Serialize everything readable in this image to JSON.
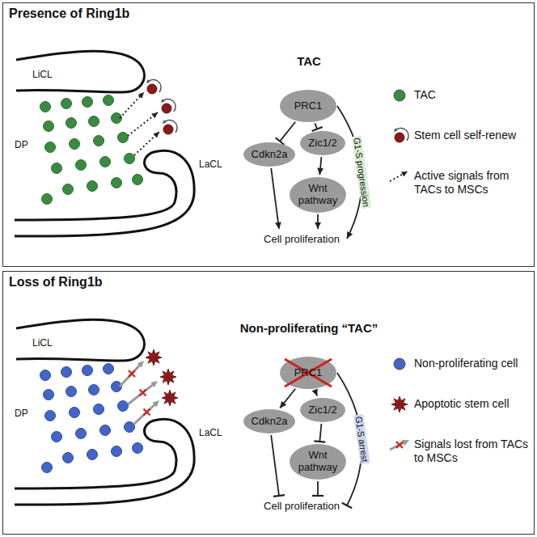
{
  "diagram": {
    "nodes": [
      {
        "text": [
          "Presence of Ring1b"
        ]
      },
      {
        "text": [
          "TAC"
        ],
        "in": 0
      },
      {
        "text": [
          "PRC1"
        ],
        "in": 1
      },
      {
        "text": [
          "Cdkn2a"
        ],
        "in": 1
      },
      {
        "text": [
          "Zic1/2"
        ],
        "in": 1
      },
      {
        "text": [
          "Wnt pathway"
        ],
        "in": 1
      },
      {
        "text": [
          "Cell proliferation"
        ],
        "in": 1
      },
      {
        "text": [
          "Loss of Ring1b"
        ]
      },
      {
        "text": [
          "Non-proliferating “TAC”"
        ],
        "in": 7
      },
      {
        "text": [
          "PRC1"
        ],
        "in": 8
      },
      {
        "text": [
          "Cdkn2a"
        ],
        "in": 8
      },
      {
        "text": [
          "Zic1/2"
        ],
        "in": 8
      },
      {
        "text": [
          "Wnt pathway"
        ],
        "in": 8
      },
      {
        "text": [
          "Cell proliferation"
        ],
        "in": 8
      }
    ],
    "edges": [
      {
        "from": 2,
        "to": 3,
        "arrow": "to"
      },
      {
        "from": 2,
        "to": 4,
        "arrow": "to"
      },
      {
        "from": 4,
        "to": 5,
        "arrow": "to"
      },
      {
        "from": 3,
        "to": 6,
        "arrow": "to"
      },
      {
        "from": 5,
        "to": 6,
        "arrow": "to"
      },
      {
        "from": 2,
        "to": 6,
        "arrow": "to",
        "label": "G1-S progression"
      },
      {
        "from": 9,
        "to": 10,
        "arrow": "to"
      },
      {
        "from": 9,
        "to": 11,
        "arrow": "to"
      },
      {
        "from": 11,
        "to": 12,
        "arrow": "to"
      },
      {
        "from": 10,
        "to": 13,
        "arrow": "to"
      },
      {
        "from": 12,
        "to": 13,
        "arrow": "to"
      },
      {
        "from": 9,
        "to": 13,
        "arrow": "to",
        "label": "G1-S arrest"
      }
    ],
    "labels": [
      "LiCL",
      "DP",
      "LaCL",
      "LiCL",
      "DP",
      "LaCL"
    ],
    "legend": [
      {
        "text": "TAC",
        "color": "#3b8a42"
      },
      {
        "text": "Stem cell self-renew"
      },
      {
        "text": "Active signals from TACs to MSCs"
      },
      {
        "text": "Non-proliferating cell",
        "color": "#4465c8"
      },
      {
        "text": "Apoptotic stem cell"
      },
      {
        "text": "Signals lost from TACs to MSCs"
      }
    ]
  }
}
